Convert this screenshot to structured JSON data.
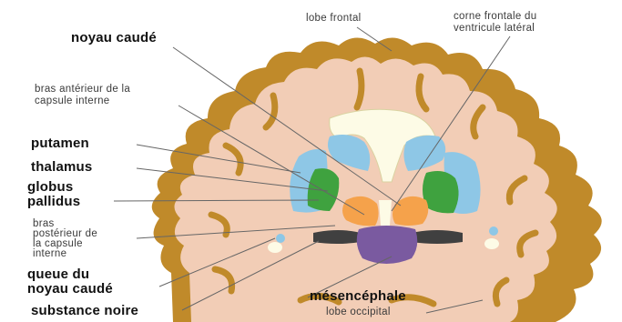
{
  "labels": {
    "noyau_caude": "noyau caudé",
    "lobe_frontal": "lobe frontal",
    "corne_frontale": [
      "corne frontale du",
      "ventricule latéral"
    ],
    "bras_anterieur": [
      "bras antérieur de la",
      "capsule interne"
    ],
    "putamen": "putamen",
    "thalamus": "thalamus",
    "globus_pallidus": [
      "globus",
      "pallidus"
    ],
    "bras_posterieur": [
      "bras",
      "postérieur de",
      "la capsule",
      "interne"
    ],
    "queue_noyau_caude": [
      "queue du",
      "noyau caudé"
    ],
    "substance_noire": "substance noire",
    "mesencephale": "mésencéphale",
    "lobe_occipital": "lobe occipital"
  },
  "colors": {
    "cortex": "#c08a2a",
    "white_matter": "#f2cdb6",
    "caudate": "#8ec7e6",
    "ventricle": "#fdfbe6",
    "putamen_outer": "#8ec7e6",
    "globus_pallidus": "#3fa23f",
    "thalamus": "#f5a24b",
    "midbrain": "#7a5aa0",
    "substantia_nigra": "#404040"
  }
}
